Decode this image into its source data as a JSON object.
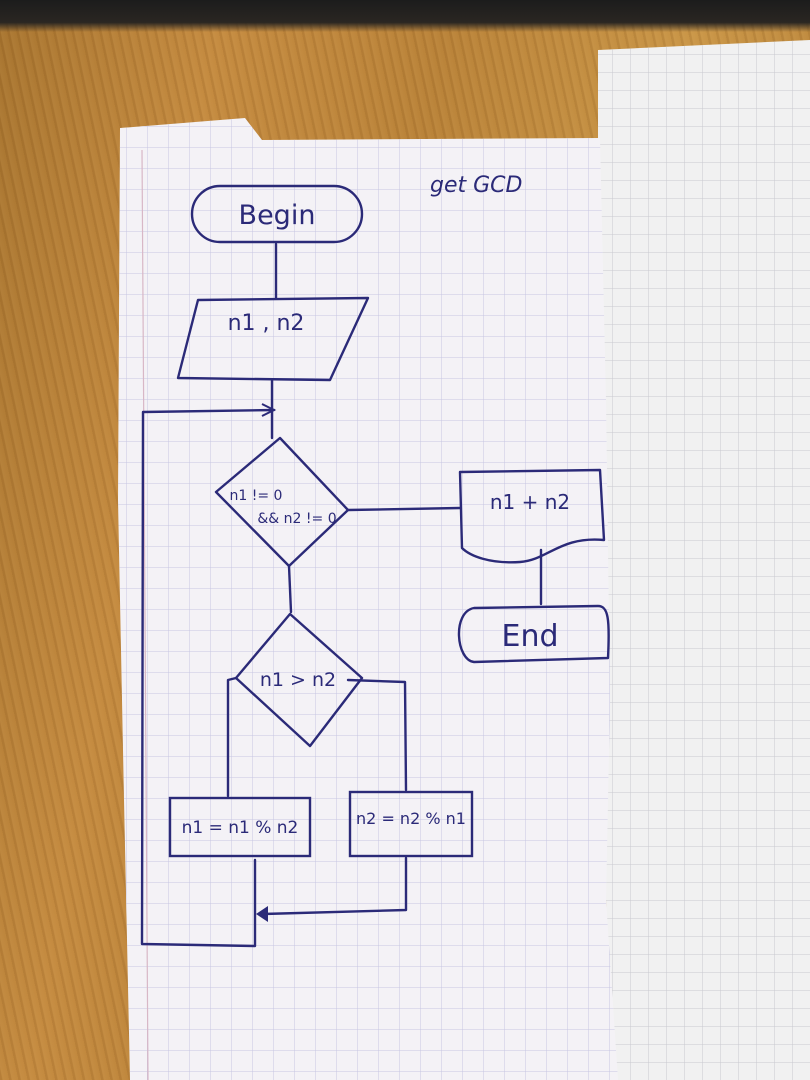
{
  "title": "get GCD",
  "nodes": {
    "begin": "Begin",
    "input": "n1 , n2",
    "condition1_line1": "n1 != 0",
    "condition1_line2": "&& n2 != 0",
    "output": "n1 + n2",
    "end": "End",
    "condition2": "n1 > n2",
    "process_left": "n1 = n1 % n2",
    "process_right": "n2 = n2 % n1"
  },
  "colors": {
    "ink": "#2b2a78",
    "paper": "#f4f2f6",
    "grid": "#c7c6e2",
    "table": "#c48a3f"
  }
}
